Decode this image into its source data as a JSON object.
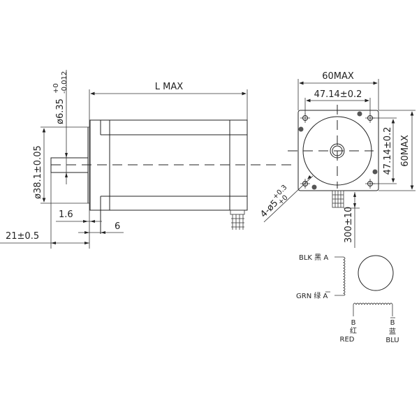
{
  "side_view": {
    "length_label": "L MAX",
    "shaft_diameter_label": "ø6.35",
    "shaft_tolerance_upper": "+0",
    "shaft_tolerance_lower": "-0.012",
    "pilot_diameter_label": "ø38.1±0.05",
    "pilot_depth_label": "1.6",
    "flange_label": "6",
    "shaft_length_label": "21±0.5"
  },
  "front_view": {
    "width_label": "60MAX",
    "hole_spacing_label": "47.14±0.2",
    "hole_spacing_vertical_label": "47.14±0.2",
    "height_label": "60MAX",
    "holes_label": "4-ø5",
    "holes_tolerance_upper": "+0.3",
    "holes_tolerance_lower": "+0",
    "lead_length_label": "300±10"
  },
  "wiring": {
    "a_label": "BLK 黑 A",
    "a_bar_label": "GRN 绿 A",
    "b_label": "B",
    "b_cn": "红",
    "b_color": "RED",
    "b_bar_label": "B",
    "b_bar_cn": "蓝",
    "b_bar_color": "BLU"
  }
}
